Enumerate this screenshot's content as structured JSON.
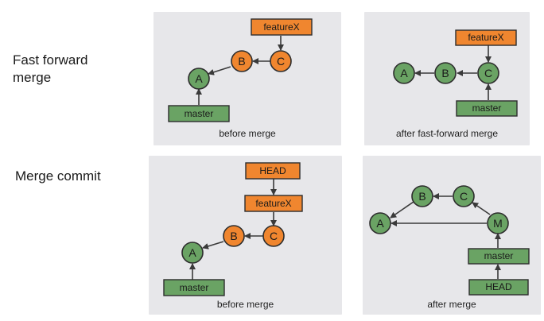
{
  "headings": {
    "fast_forward": "Fast forward\nmerge",
    "merge_commit": "Merge commit"
  },
  "colors": {
    "green": "#6aa364",
    "orange": "#f0862f",
    "panel": "#e7e7ea"
  },
  "panels": {
    "ff_before": {
      "caption": "before merge",
      "commits": [
        "A",
        "B",
        "C"
      ],
      "labels": [
        "featureX",
        "master"
      ]
    },
    "ff_after": {
      "caption": "after fast-forward merge",
      "commits": [
        "A",
        "B",
        "C"
      ],
      "labels": [
        "featureX",
        "master"
      ]
    },
    "mc_before": {
      "caption": "before merge",
      "commits": [
        "A",
        "B",
        "C"
      ],
      "labels": [
        "HEAD",
        "featureX",
        "master"
      ]
    },
    "mc_after": {
      "caption": "after merge",
      "commits": [
        "A",
        "B",
        "C",
        "M"
      ],
      "labels": [
        "master",
        "HEAD"
      ]
    }
  }
}
